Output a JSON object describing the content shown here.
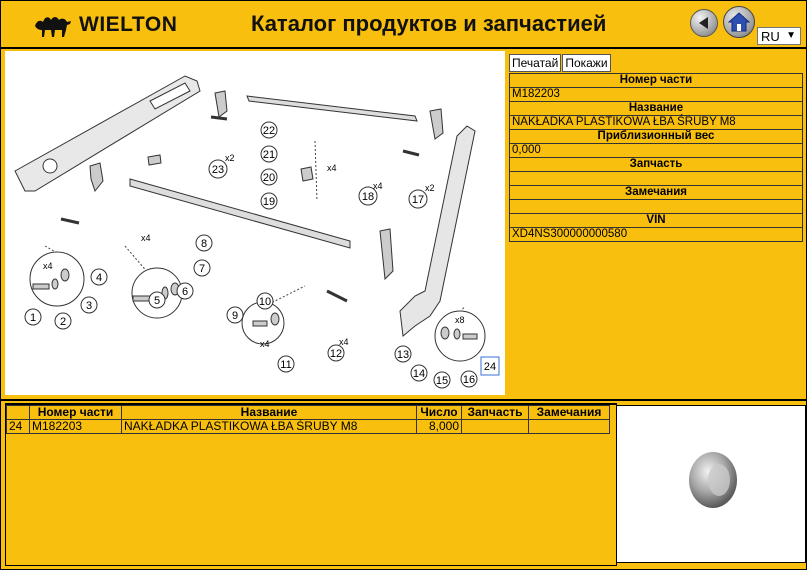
{
  "header": {
    "logo_text": "WIELTON",
    "title": "Каталог продуктов и запчастией",
    "back_icon": "back-arrow-icon",
    "home_icon": "home-icon",
    "language": "RU"
  },
  "detail_panel": {
    "tabs": [
      "Печатай",
      "Покажи"
    ],
    "rows": [
      {
        "label": "Номер части",
        "value": "M182203"
      },
      {
        "label": "Название",
        "value": "NAKŁADKA PLASTIKOWA ŁBA ŚRUBY M8"
      },
      {
        "label": "Приблизионный вес",
        "value": "0,000"
      },
      {
        "label": "Запчасть",
        "value": ""
      },
      {
        "label": "Замечания",
        "value": ""
      },
      {
        "label": "VIN",
        "value": "XD4NS300000000580"
      }
    ]
  },
  "parts_table": {
    "columns": [
      "",
      "Номер части",
      "Название",
      "Число",
      "Запчасть",
      "Замечания"
    ],
    "rows": [
      {
        "pos": "24",
        "part": "M182203",
        "name": "NAKŁADKA PLASTIKOWA ŁBA ŚRUBY M8",
        "qty": "8,000",
        "spare": "",
        "notes": ""
      }
    ]
  },
  "diagram": {
    "callouts": [
      "1",
      "2",
      "3",
      "4",
      "5",
      "6",
      "7",
      "8",
      "9",
      "10",
      "11",
      "12",
      "13",
      "14",
      "15",
      "16",
      "17",
      "18",
      "19",
      "20",
      "21",
      "22",
      "23",
      "24"
    ],
    "quantities": [
      "x2",
      "x4",
      "x4",
      "x4",
      "x4",
      "x4",
      "x2",
      "x8",
      "x4"
    ],
    "highlighted": "24"
  }
}
